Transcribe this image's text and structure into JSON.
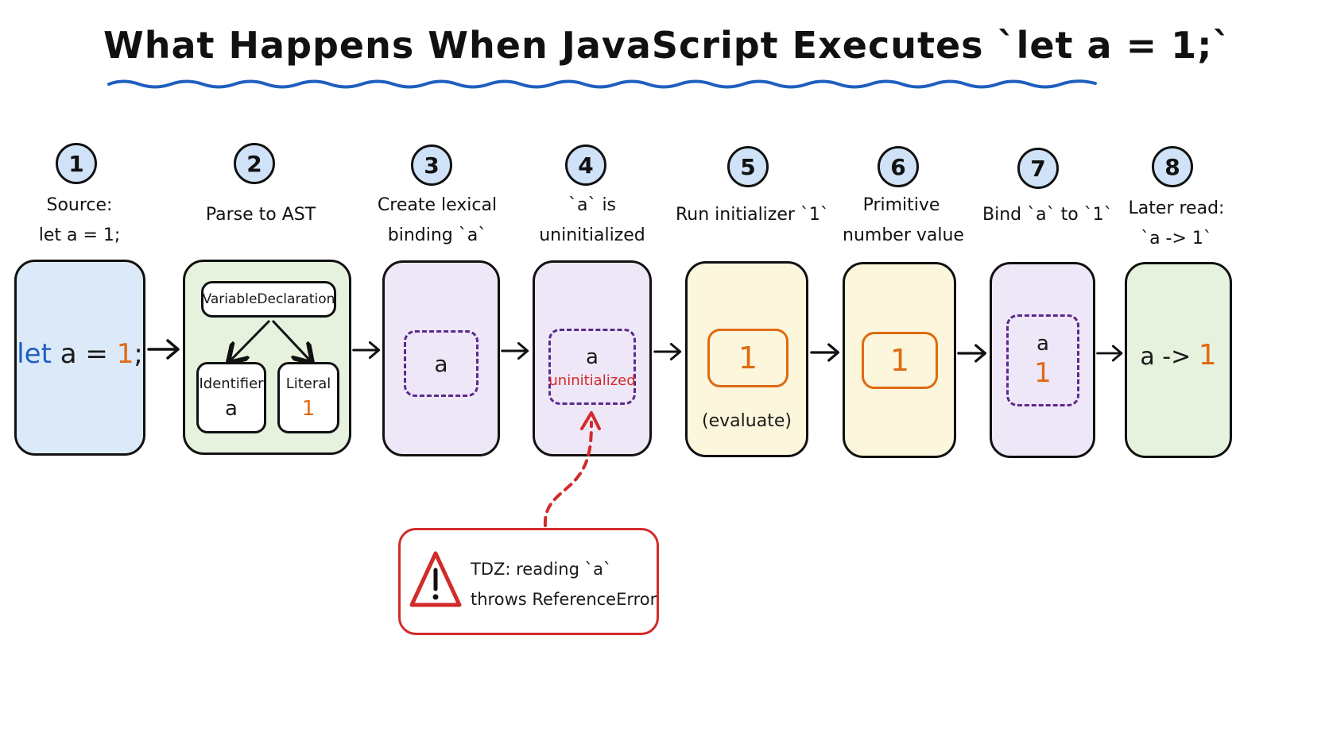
{
  "title": "What Happens When JavaScript Executes `let a = 1;`",
  "colors": {
    "keyword": "#1f5fbf",
    "number": "#e06a12",
    "binding": "#5b2a8c",
    "error": "#d12b2b",
    "circle_fill": "#cfe2f7"
  },
  "steps": [
    {
      "number": "1",
      "label_lines": [
        "Source:",
        "let a = 1;"
      ],
      "card_fill": "#dce9f8"
    },
    {
      "number": "2",
      "label_lines": [
        "Parse to AST"
      ],
      "card_fill": "#e7f2de"
    },
    {
      "number": "3",
      "label_lines": [
        "Create lexical",
        "binding `a`"
      ],
      "card_fill": "#eee7f7"
    },
    {
      "number": "4",
      "label_lines": [
        "`a` is",
        "uninitialized"
      ],
      "card_fill": "#eee7f7"
    },
    {
      "number": "5",
      "label_lines": [
        "Run initializer `1`"
      ],
      "card_fill": "#fbf6dc"
    },
    {
      "number": "6",
      "label_lines": [
        "Primitive",
        "number value"
      ],
      "card_fill": "#fbf6dc"
    },
    {
      "number": "7",
      "label_lines": [
        "Bind `a` to `1`"
      ],
      "card_fill": "#eee7f7"
    },
    {
      "number": "8",
      "label_lines": [
        "Later read:",
        "`a -> 1`"
      ],
      "card_fill": "#e7f2de"
    }
  ],
  "card1": {
    "keyword": "let",
    "name": "a",
    "equals": "=",
    "value": "1",
    "semicolon": ";"
  },
  "card2": {
    "root": "VariableDeclaration",
    "left_node_type": "Identifier",
    "left_node_value": "a",
    "right_node_type": "Literal",
    "right_node_value": "1"
  },
  "card3": {
    "binding_name": "a"
  },
  "card4": {
    "binding_name": "a",
    "state": "uninitialized"
  },
  "card5": {
    "value": "1",
    "caption": "(evaluate)"
  },
  "card6": {
    "value": "1"
  },
  "card7": {
    "binding_name": "a",
    "value": "1"
  },
  "card8": {
    "name": "a",
    "arrow": "->",
    "value": "1"
  },
  "tdz": {
    "icon": "warning-triangle-icon",
    "line1": "TDZ: reading `a`",
    "line2": "throws ReferenceError"
  }
}
